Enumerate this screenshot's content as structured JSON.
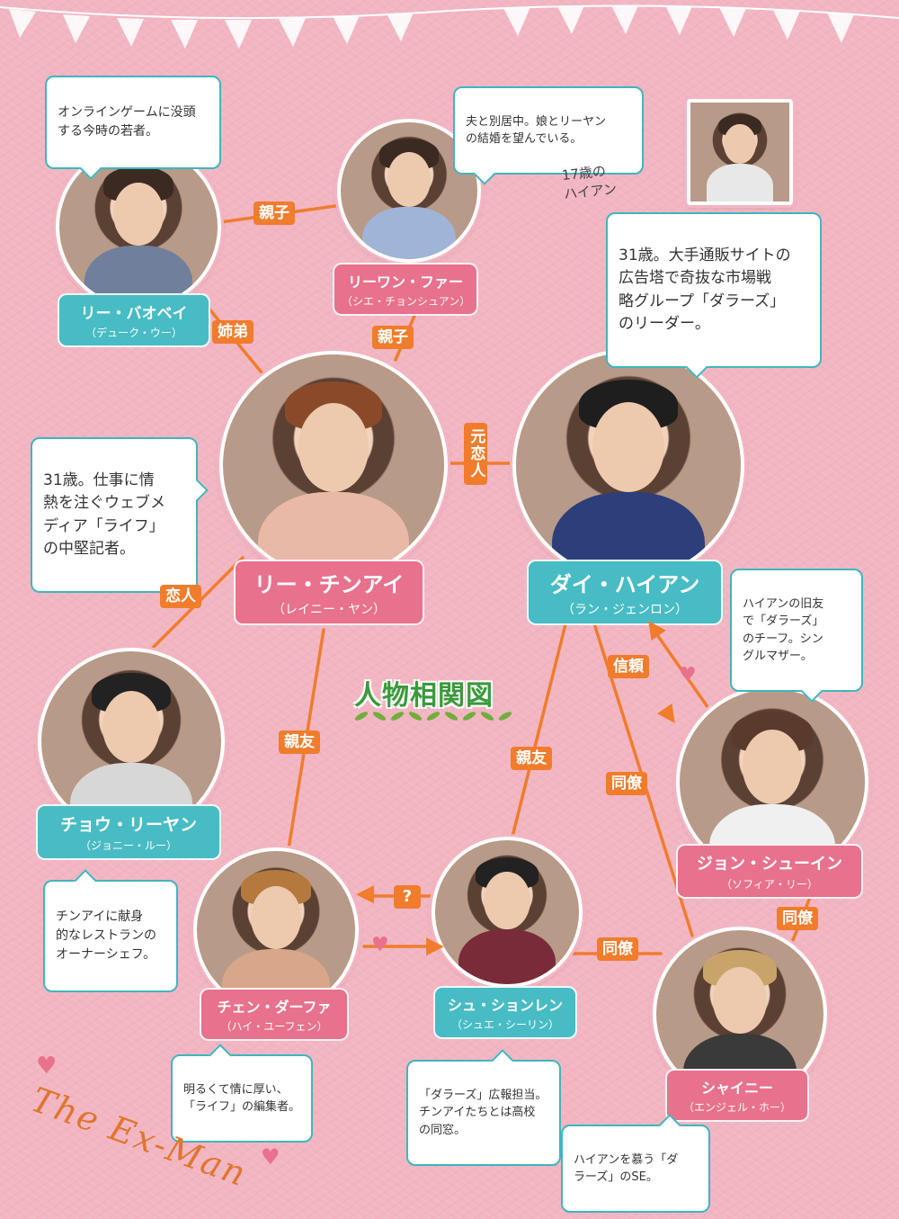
{
  "title": "人物相関図",
  "logo": "The Ex-Man",
  "colors": {
    "accent_orange": "#f07c2c",
    "name_pink": "#e8718d",
    "name_teal": "#48bcc4",
    "bubble_border": "#3fb5bf",
    "background": "#f2b6c2"
  },
  "characters": {
    "baobei": {
      "name": "リー・バオベイ",
      "actor": "（デューク・ウー）"
    },
    "wanfa": {
      "name": "リーワン・ファー",
      "actor": "（シエ・チョンシュアン）"
    },
    "chinai": {
      "name": "リー・チンアイ",
      "actor": "（レイニー・ヤン）"
    },
    "haian": {
      "name": "ダイ・ハイアン",
      "actor": "（ラン・ジェンロン）"
    },
    "liyan": {
      "name": "チョウ・リーヤン",
      "actor": "（ジョニー・ルー）"
    },
    "suyin": {
      "name": "ジョン・シューイン",
      "actor": "（ソフィア・リー）"
    },
    "dafa": {
      "name": "チェン・ダーファ",
      "actor": "（ハイ・ユーフェン）"
    },
    "xiong": {
      "name": "シュ・ションレン",
      "actor": "（シュエ・シーリン）"
    },
    "shiny": {
      "name": "シャイニー",
      "actor": "（エンジェル・ホー）"
    }
  },
  "bubbles": {
    "baobei": "オンラインゲームに没頭\nする今時の若者。",
    "wanfa": "夫と別居中。娘とリーヤン\nの結婚を望んでいる。",
    "haian": "31歳。大手通販サイトの\n広告塔で奇抜な市場戦\n略グループ「ダラーズ」\nのリーダー。",
    "chinai": "31歳。仕事に情\n熱を注ぐウェブメ\nディア「ライフ」\nの中堅記者。",
    "suyin": "ハイアンの旧友\nで「ダラーズ」\nのチーフ。シン\nグルマザー。",
    "liyan": "チンアイに献身\n的なレストランの\nオーナーシェフ。",
    "dafa": "明るくて情に厚い、\n「ライフ」の編集者。",
    "xiong": "「ダラーズ」広報担当。\nチンアイたちとは高校\nの同窓。",
    "shiny": "ハイアンを慕う「ダ\nラーズ」のSE。"
  },
  "age_note": "17歳の\nハイアン",
  "relations": {
    "baobei_wanfa": "親子",
    "baobei_chinai": "姉弟",
    "wanfa_chinai": "親子",
    "chinai_haian": "元恋人",
    "chinai_liyan": "恋人",
    "chinai_dafa": "親友",
    "haian_suyin": "信頼",
    "haian_xiong": "親友",
    "haian_shiny": "同僚",
    "suyin_shiny": "同僚",
    "xiong_shiny": "同僚",
    "question": "?"
  }
}
